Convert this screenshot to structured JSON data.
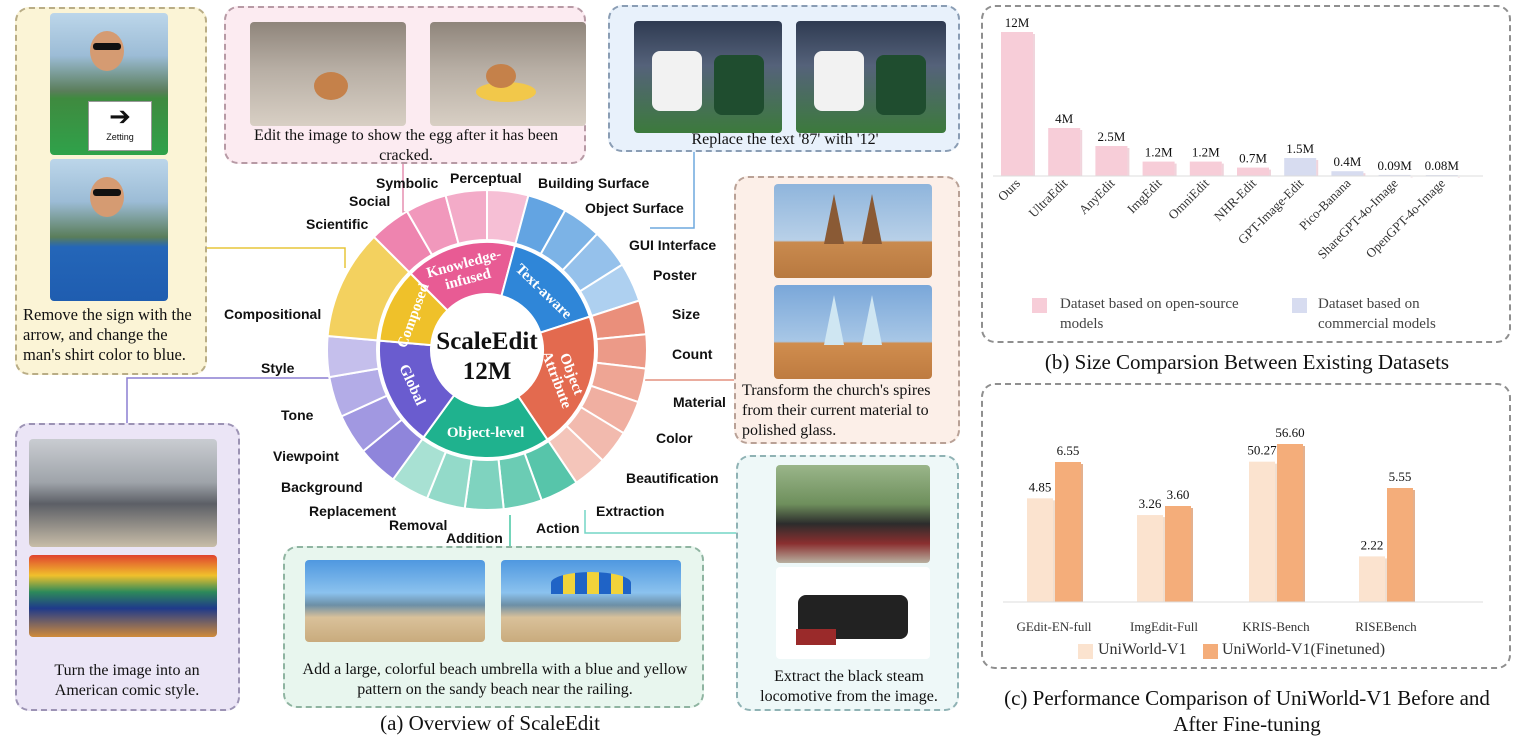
{
  "overview": {
    "caption": "(a) Overview of ScaleEdit",
    "center_title": "ScaleEdit",
    "center_count": "12M",
    "examples": {
      "remove_sign": "Remove the sign with the arrow, and change the man's shirt color to blue.",
      "sign_text": "Zetting",
      "egg": "Edit the image to show the egg after it has been cracked.",
      "football": "Replace the text '87' with '12'",
      "church": "Transform the church's spires from their current material to polished glass.",
      "comic": "Turn the image into an American comic style.",
      "umbrella": "Add a large, colorful beach umbrella with a blue and yellow pattern on the sandy beach near the railing.",
      "train": "Extract the black steam locomotive from the image."
    },
    "inner_categories": [
      "Knowledge-infused",
      "Text-aware",
      "Object Attribute",
      "Object-level",
      "Global",
      "Composed"
    ],
    "outer_labels": {
      "perceptual": "Perceptual",
      "symbolic": "Symbolic",
      "social": "Social",
      "scientific": "Scientific",
      "building_surface": "Building Surface",
      "object_surface": "Object Surface",
      "gui_interface": "GUI Interface",
      "poster": "Poster",
      "size": "Size",
      "count": "Count",
      "material": "Material",
      "color": "Color",
      "beautification": "Beautification",
      "extraction": "Extraction",
      "action": "Action",
      "addition": "Addition",
      "removal": "Removal",
      "replacement": "Replacement",
      "background": "Background",
      "viewpoint": "Viewpoint",
      "tone": "Tone",
      "style": "Style",
      "compositional": "Compositional"
    },
    "colors": {
      "knowledge": "#e85b94",
      "text": "#2f86d8",
      "attribute": "#e36a4f",
      "object_level": "#1fb28e",
      "global": "#6a5ccf",
      "composed": "#efc12a"
    }
  },
  "size_comparison": {
    "caption": "(b) Size Comparsion Between Existing Datasets",
    "legend": {
      "open": "Dataset based on open-source models",
      "commercial": "Dataset based on commercial models"
    },
    "colors": {
      "open": "#f7cdd8",
      "commercial": "#d7dcf0"
    }
  },
  "performance": {
    "caption": "(c) Performance Comparison of UniWorld-V1 Before and After Fine-tuning",
    "legend": {
      "base": "UniWorld-V1",
      "finetuned": "UniWorld-V1(Finetuned)"
    },
    "colors": {
      "base": "#fbe3cf",
      "finetuned": "#f4ad7a"
    }
  },
  "chart_data": [
    {
      "type": "bar",
      "categories": [
        "Ours",
        "UltraEdit",
        "AnyEdit",
        "ImgEdit",
        "OmniEdit",
        "NHR-Edit",
        "GPT-Image-Edit",
        "Pico-Banana",
        "ShareGPT-4o-Image",
        "OpenGPT-4o-Image"
      ],
      "values": [
        12,
        4,
        2.5,
        1.2,
        1.2,
        0.7,
        1.5,
        0.4,
        0.09,
        0.08
      ],
      "value_labels": [
        "12M",
        "4M",
        "2.5M",
        "1.2M",
        "1.2M",
        "0.7M",
        "1.5M",
        "0.4M",
        "0.09M",
        "0.08M"
      ],
      "source": [
        "open",
        "open",
        "open",
        "open",
        "open",
        "open",
        "commercial",
        "commercial",
        "commercial",
        "commercial"
      ],
      "ylim": [
        0,
        12.5
      ]
    },
    {
      "type": "bar",
      "categories": [
        "GEdit-EN-full",
        "ImgEdit-Full",
        "KRIS-Bench",
        "RISEBench"
      ],
      "series": [
        {
          "name": "UniWorld-V1",
          "values": [
            4.85,
            3.26,
            50.27,
            2.22
          ],
          "labels": [
            "4.85",
            "3.26",
            "50.27",
            "2.22"
          ]
        },
        {
          "name": "UniWorld-V1(Finetuned)",
          "values": [
            6.55,
            3.6,
            56.6,
            5.55
          ],
          "labels": [
            "6.55",
            "3.60",
            "56.60",
            "5.55"
          ]
        }
      ]
    }
  ]
}
